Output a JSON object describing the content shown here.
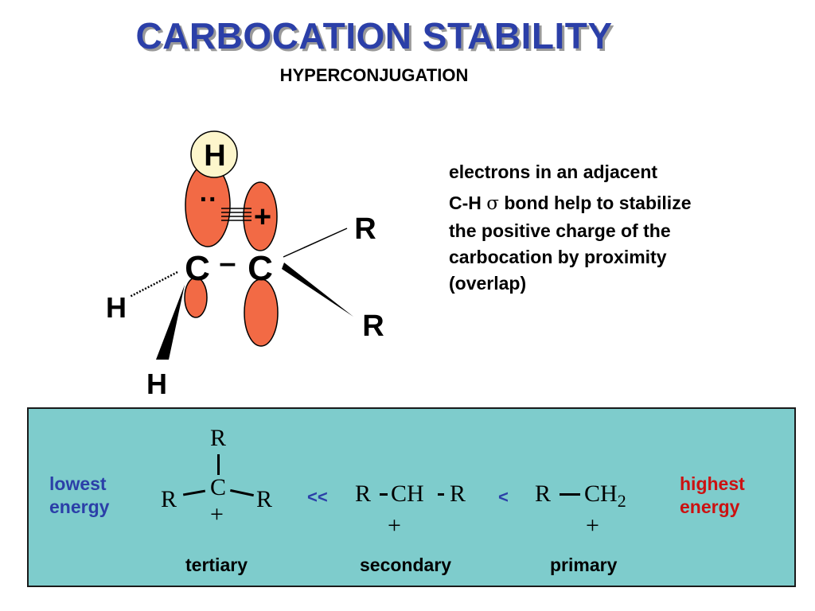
{
  "header": {
    "title": "CARBOCATION STABILITY",
    "subtitle": "HYPERCONJUGATION"
  },
  "molecule": {
    "atoms": {
      "h_top": "H",
      "c_left": "C",
      "c_right": "C",
      "h_left": "H",
      "h_bottom": "H",
      "r_top": "R",
      "r_bottom": "R"
    },
    "electron_pair": "··",
    "plus": "+",
    "bond_dash": "–"
  },
  "description": {
    "line1": "electrons in an adjacent",
    "line2_prefix": "C-H",
    "sigma": "σ",
    "line2_suffix": "bond help to stabilize",
    "line3": "the positive charge of the",
    "line4": "carbocation by proximity",
    "line5": "(overlap)"
  },
  "stability": {
    "lowest_line1": "lowest",
    "lowest_line2": "energy",
    "highest_line1": "highest",
    "highest_line2": "energy",
    "tertiary": {
      "r_top": "R",
      "r_left": "R",
      "c": "C",
      "r_right": "R",
      "plus": "+",
      "label": "tertiary"
    },
    "op1": "<<",
    "secondary": {
      "r_left": "R",
      "ch": "CH",
      "r_right": "R",
      "plus": "+",
      "label": "secondary"
    },
    "op2": "<",
    "primary": {
      "r": "R",
      "ch": "CH",
      "sub": "2",
      "plus": "+",
      "label": "primary"
    }
  },
  "colors": {
    "title": "#2b3fa8",
    "orbital": "#f26a45",
    "h_circle": "#fdf6cc",
    "panel_bg": "#7ecccc",
    "lowest": "#2b3fa8",
    "highest": "#cc1111"
  }
}
